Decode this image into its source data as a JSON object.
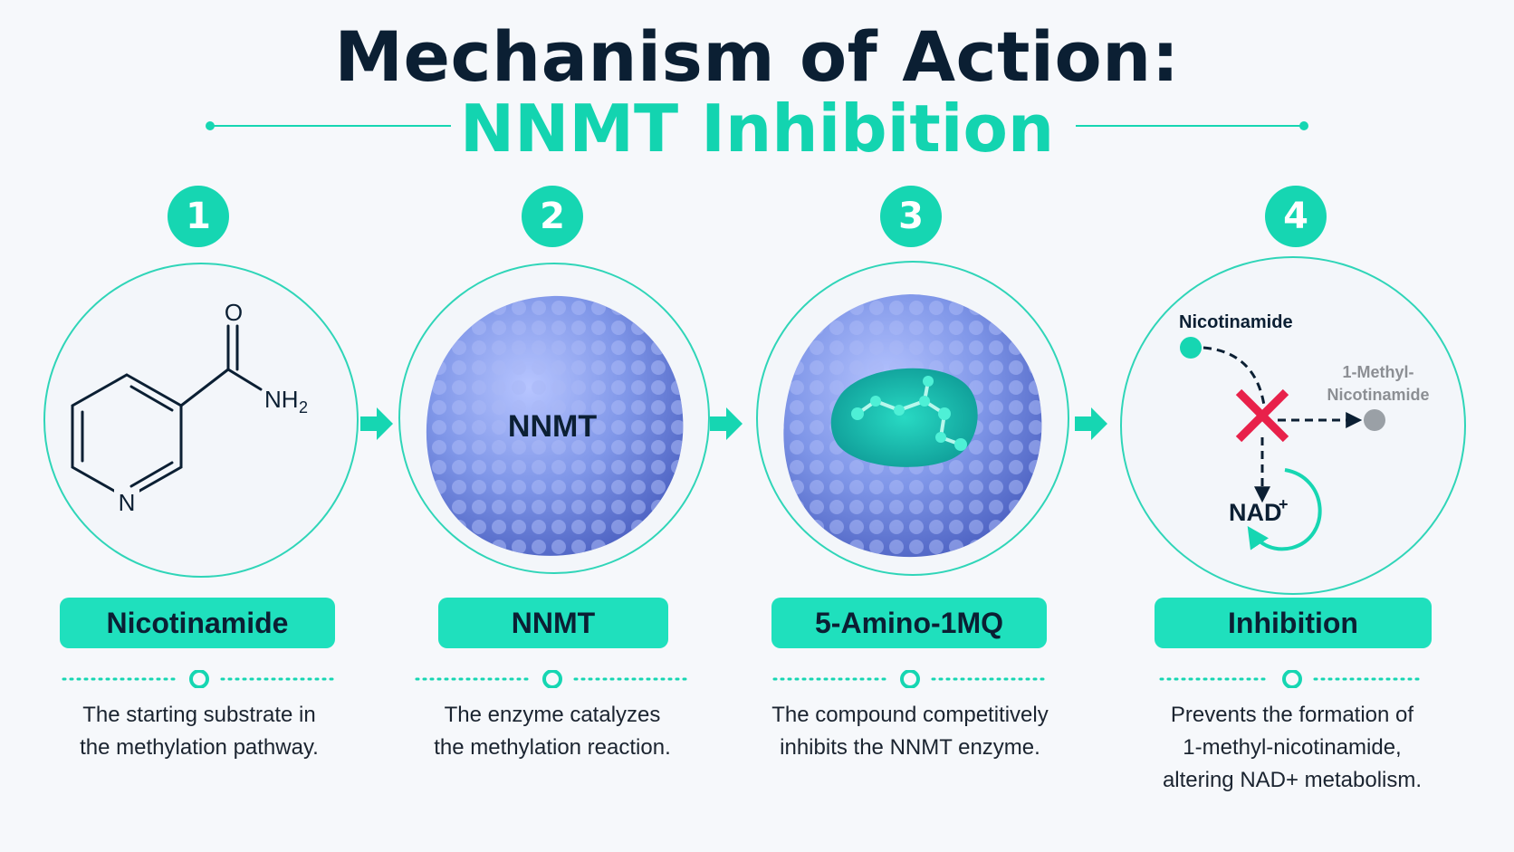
{
  "title": {
    "line1": "Mechanism of Action:",
    "line2": "NNMT Inhibition"
  },
  "colors": {
    "accent": "#16d6b2",
    "dark": "#0b1f33",
    "protein": "#7f96e8",
    "inhibit": "#e8214a"
  },
  "steps": [
    {
      "number": "1",
      "label": "Nicotinamide",
      "desc_lines": [
        "The starting substrate in",
        "the methylation pathway."
      ],
      "structure": {
        "o": "O",
        "nh2": "NH",
        "sub": "2",
        "n": "N"
      }
    },
    {
      "number": "2",
      "label": "NNMT",
      "desc_lines": [
        "The enzyme catalyzes",
        "the methylation reaction."
      ],
      "protein_label": "NNMT"
    },
    {
      "number": "3",
      "label": "5-Amino-1MQ",
      "desc_lines": [
        "The compound competitively",
        "inhibits the NNMT enzyme."
      ]
    },
    {
      "number": "4",
      "label": "Inhibition",
      "desc_lines": [
        "Prevents the formation of",
        "1-methyl-nicotinamide,",
        "altering NAD+ metabolism."
      ],
      "diagram": {
        "source": "Nicotinamide",
        "product_line1": "1-Methyl-",
        "product_line2": "Nicotinamide",
        "nad": "NAD",
        "nad_sup": "+"
      }
    }
  ]
}
